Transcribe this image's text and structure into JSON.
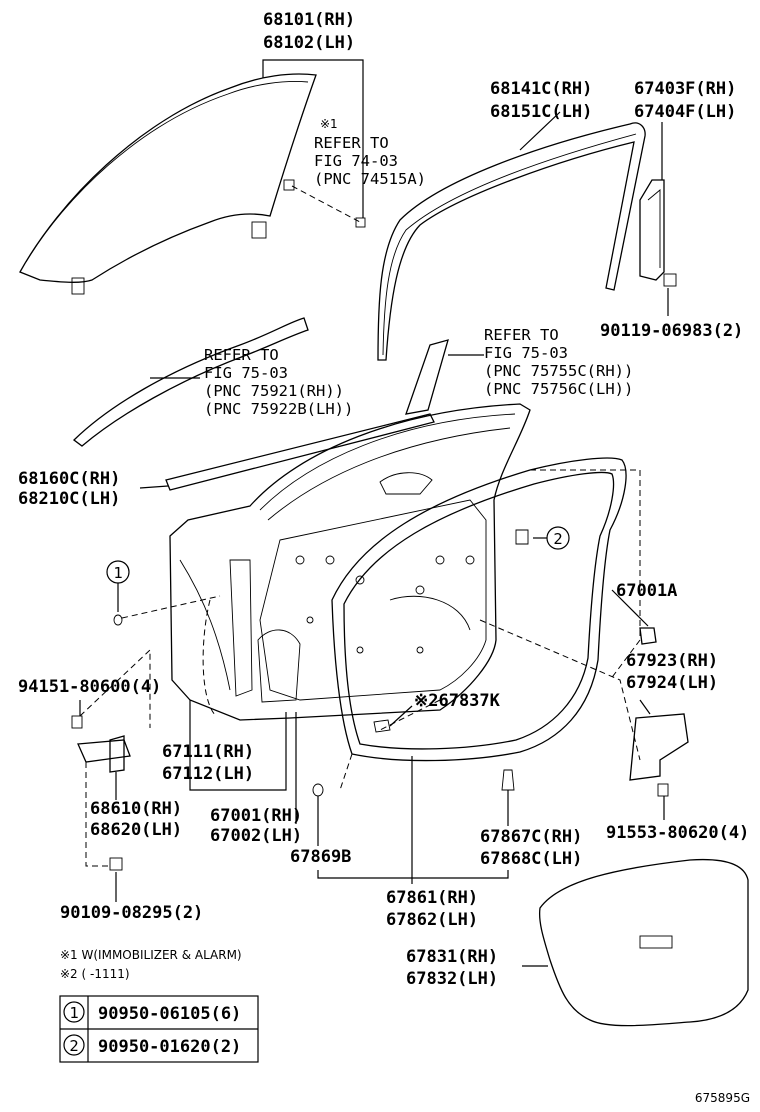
{
  "labels": {
    "p68101": "68101(RH)",
    "p68102": "68102(LH)",
    "note1_mark": "※1",
    "ref1_a": "REFER TO",
    "ref1_b": "FIG 74-03",
    "ref1_c": "(PNC 74515A)",
    "p68141": "68141C(RH)",
    "p68151": "68151C(LH)",
    "p67403": "67403F(RH)",
    "p67404": "67404F(LH)",
    "p90119": "90119-06983(2)",
    "ref2_a": "REFER TO",
    "ref2_b": "FIG 75-03",
    "ref2_c": "(PNC 75921(RH))",
    "ref2_d": "(PNC 75922B(LH))",
    "ref3_a": "REFER TO",
    "ref3_b": "FIG 75-03",
    "ref3_c": "(PNC 75755C(RH))",
    "ref3_d": "(PNC 75756C(LH))",
    "p68160": "68160C(RH)",
    "p68210": "68210C(LH)",
    "circle2": "2",
    "circle1": "1",
    "p67001A": "67001A",
    "p67923": "67923(RH)",
    "p67924": "67924(LH)",
    "p94151": "94151-80600(4)",
    "p67837": "※267837K",
    "p67111": "67111(RH)",
    "p67112": "67112(LH)",
    "p68610": "68610(RH)",
    "p68620": "68620(LH)",
    "p67001": "67001(RH)",
    "p67002": "67002(LH)",
    "p91553": "91553-80620(4)",
    "p67867": "67867C(RH)",
    "p67868": "67868C(LH)",
    "p67869": "67869B",
    "p90109": "90109-08295(2)",
    "p67861": "67861(RH)",
    "p67862": "67862(LH)",
    "p67831": "67831(RH)",
    "p67832": "67832(LH)",
    "foot1": "※1  W(IMMOBILIZER & ALARM)",
    "foot2": "※2  (        -1111)",
    "table_row1_num": "1",
    "table_row1_part": "90950-06105(6)",
    "table_row2_num": "2",
    "table_row2_part": "90950-01620(2)",
    "figure_code": "675895G"
  }
}
